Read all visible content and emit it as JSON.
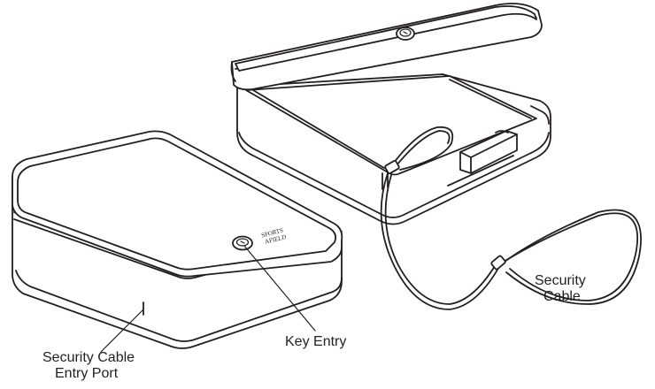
{
  "labels": {
    "entry_port_line1": "Security Cable",
    "entry_port_line2": "Entry Port",
    "key_entry": "Key Entry",
    "cable_line1": "Security",
    "cable_line2": "Cable"
  },
  "logo": {
    "line1": "SPORTS",
    "line2": "AFIELD"
  },
  "colors": {
    "line": "#231f20",
    "background": "#ffffff"
  }
}
